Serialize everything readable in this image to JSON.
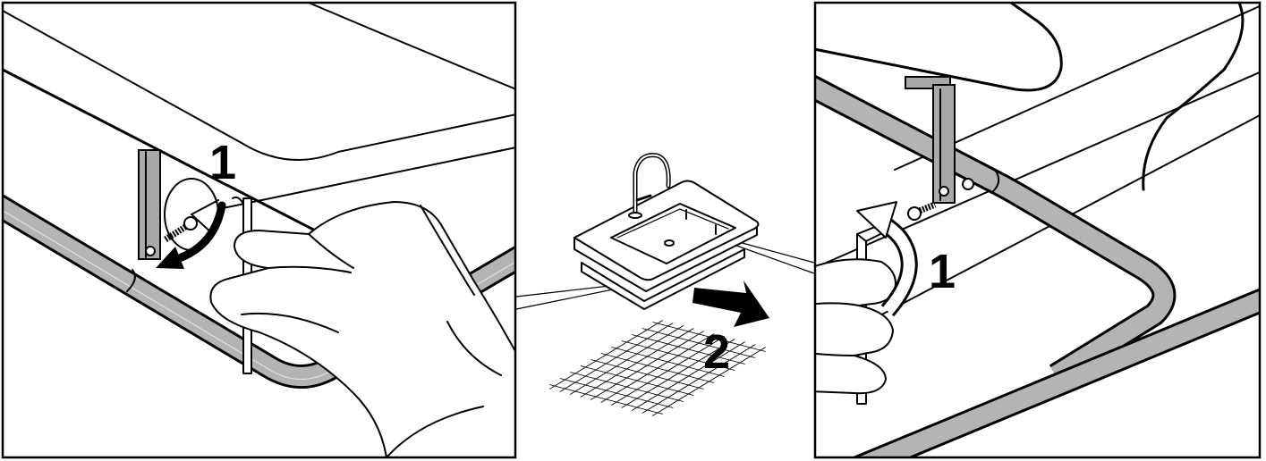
{
  "labels": {
    "left_step": "1",
    "center_step": "2",
    "right_step": "1"
  },
  "colors": {
    "tube": "#b4b4b4",
    "bracket": "#a9a9a9",
    "ink": "#000000",
    "paper": "#ffffff"
  }
}
